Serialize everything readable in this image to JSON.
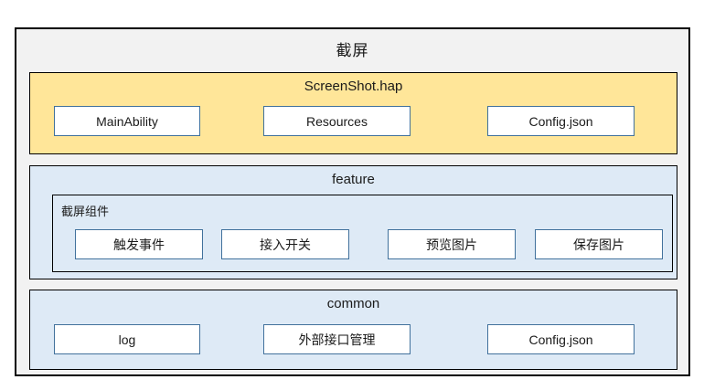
{
  "diagram": {
    "title": "截屏",
    "colors": {
      "outer_bg": "#F2F2F2",
      "yellow": "#FFE699",
      "blue": "#DEEAF6",
      "box_border": "#41719C",
      "line": "#000000"
    },
    "sections": [
      {
        "title": "ScreenShot.hap",
        "boxes": [
          "MainAbility",
          "Resources",
          "Config.json"
        ]
      },
      {
        "title": "feature",
        "group_label": "截屏组件",
        "boxes": [
          "触发事件",
          "接入开关",
          "预览图片",
          "保存图片"
        ]
      },
      {
        "title": "common",
        "boxes": [
          "log",
          "外部接口管理",
          "Config.json"
        ]
      }
    ]
  }
}
